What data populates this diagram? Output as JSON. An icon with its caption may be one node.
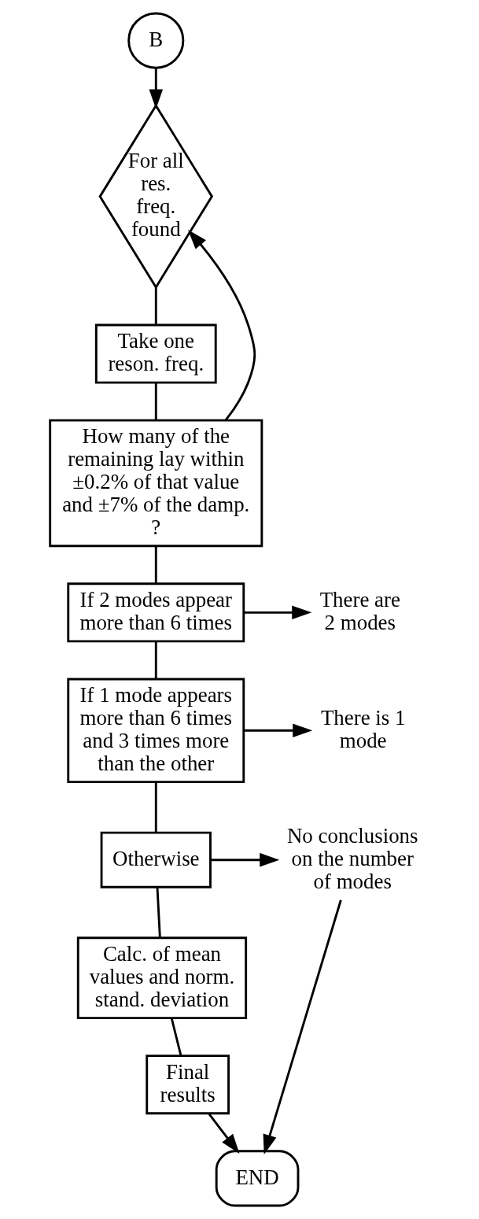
{
  "diagram": {
    "nodes": [
      {
        "text": [
          "B"
        ]
      },
      {
        "text": [
          "For all res. freq. found"
        ]
      },
      {
        "text": [
          "Take one reson. freq."
        ]
      },
      {
        "text": [
          "How many of the remaining lay within ±0.2% of that value and ±7% of the damp. ?"
        ]
      },
      {
        "text": [
          "If 2 modes appear more than 6 times"
        ]
      },
      {
        "text": [
          "There are 2 modes"
        ]
      },
      {
        "text": [
          "If 1 mode appears more than 6 times and 3 times more than the other"
        ]
      },
      {
        "text": [
          "There is 1 mode"
        ]
      },
      {
        "text": [
          "Otherwise"
        ]
      },
      {
        "text": [
          "No conclusions on the number of modes"
        ]
      },
      {
        "text": [
          "Calc. of mean values and norm. stand. deviation"
        ]
      },
      {
        "text": [
          "Final results"
        ]
      },
      {
        "text": [
          "END"
        ]
      }
    ],
    "edges": [
      {
        "from": 0,
        "to": 1,
        "arrow": "to"
      },
      {
        "from": 1,
        "to": 2,
        "arrow": "none"
      },
      {
        "from": 2,
        "to": 3,
        "arrow": "none"
      },
      {
        "from": 3,
        "to": 1,
        "arrow": "to"
      },
      {
        "from": 3,
        "to": 4,
        "arrow": "none"
      },
      {
        "from": 4,
        "to": 5,
        "arrow": "to"
      },
      {
        "from": 4,
        "to": 6,
        "arrow": "none"
      },
      {
        "from": 6,
        "to": 7,
        "arrow": "to"
      },
      {
        "from": 6,
        "to": 8,
        "arrow": "none"
      },
      {
        "from": 8,
        "to": 9,
        "arrow": "to"
      },
      {
        "from": 8,
        "to": 10,
        "arrow": "none"
      },
      {
        "from": 10,
        "to": 11,
        "arrow": "none"
      },
      {
        "from": 11,
        "to": 12,
        "arrow": "to"
      },
      {
        "from": 9,
        "to": 12,
        "arrow": "to"
      }
    ]
  }
}
